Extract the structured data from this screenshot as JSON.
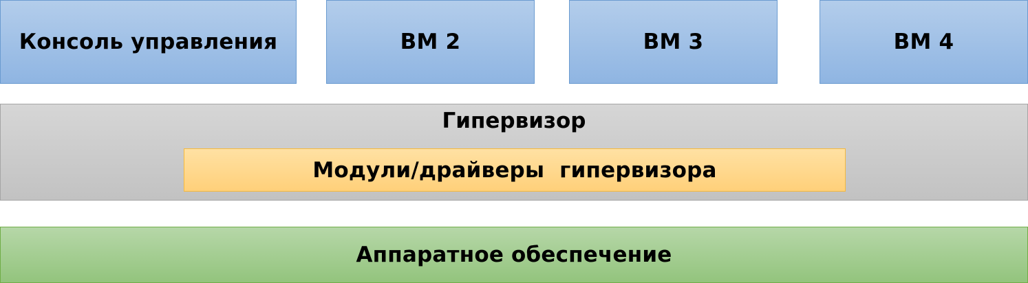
{
  "vms": [
    {
      "label": "Консоль управления"
    },
    {
      "label": "ВМ 2"
    },
    {
      "label": "ВМ 3"
    },
    {
      "label": "ВМ 4"
    }
  ],
  "hypervisor": {
    "title": "Гипервизор",
    "modules_label": "Модули/драйверы  гипервизора"
  },
  "hardware": {
    "label": "Аппаратное обеспечение"
  },
  "colors": {
    "vm_fill": "#9dbfe6",
    "vm_border": "#6a9bd0",
    "hypervisor_fill": "#cccccc",
    "modules_fill": "#ffd98a",
    "modules_border": "#f4b940",
    "hardware_fill": "#a6ce93",
    "hardware_border": "#70ad47"
  }
}
